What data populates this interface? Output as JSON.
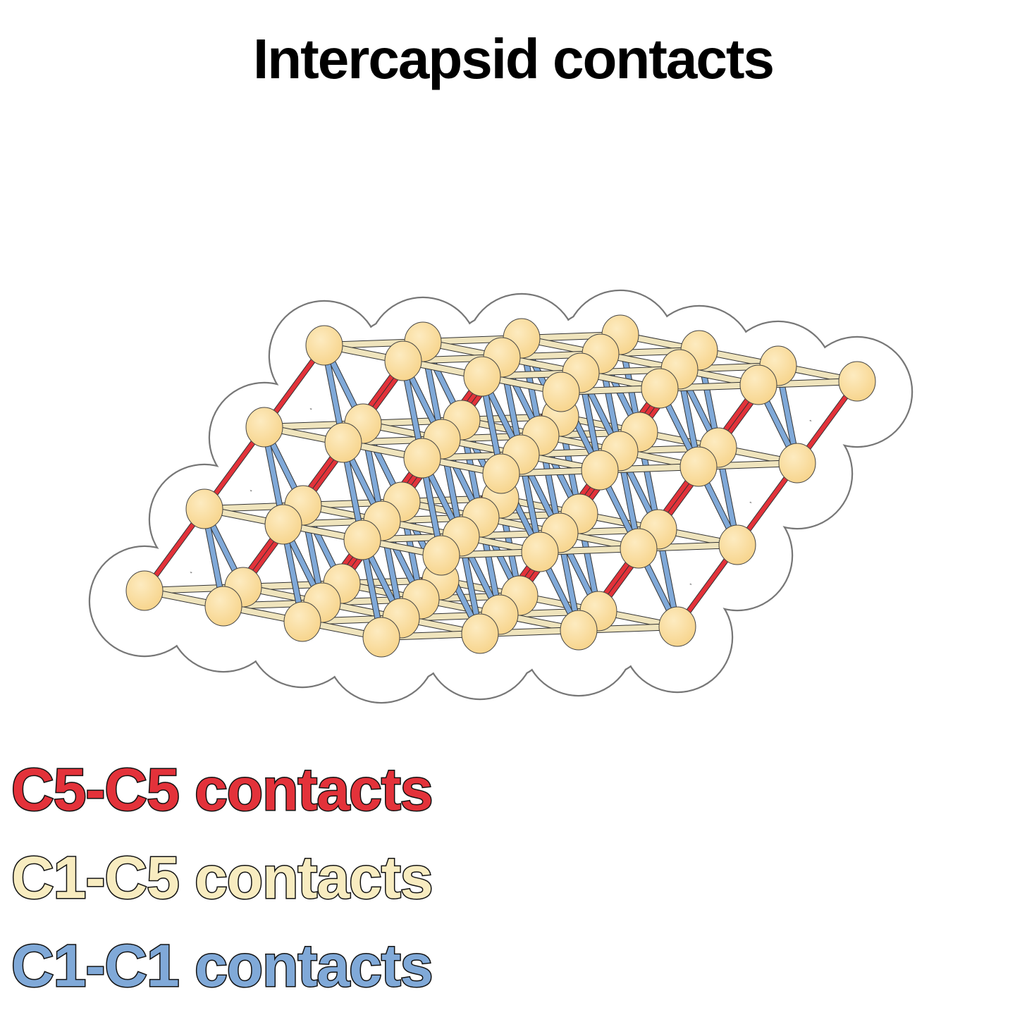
{
  "title": "Intercapsid contacts",
  "legend": [
    {
      "label": "C5-C5 contacts",
      "color": "#e3323a"
    },
    {
      "label": "C1-C5 contacts",
      "color": "#f8ecc0"
    },
    {
      "label": "C1-C1 contacts",
      "color": "#80a9d8"
    }
  ],
  "lattice": {
    "rows": 4,
    "columns": 4,
    "layers": 4,
    "node_color": "#f7d58e"
  }
}
